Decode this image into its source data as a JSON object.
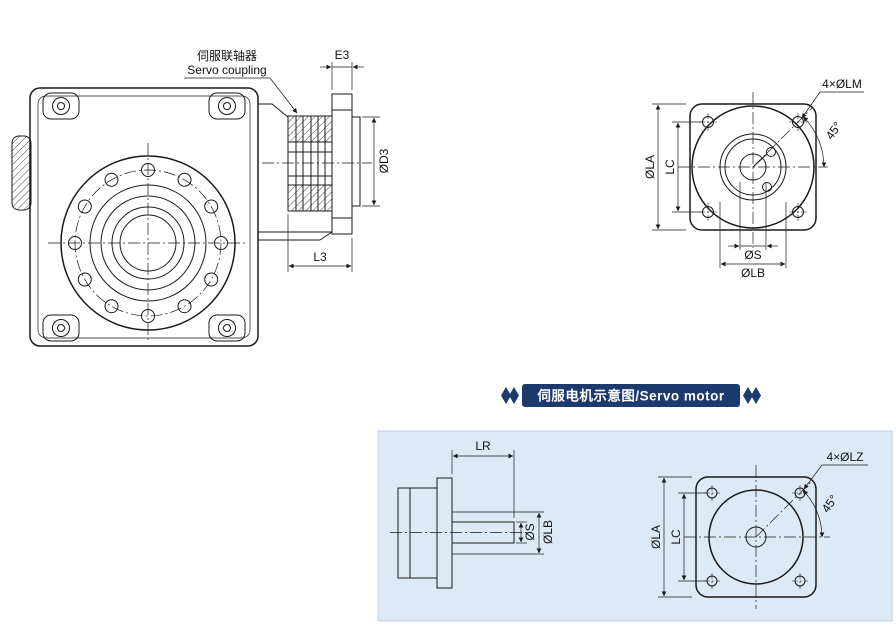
{
  "gearbox_view": {
    "coupling_label_cn": "伺服联轴器",
    "coupling_label_en": "Servo coupling",
    "dim_e3": "E3",
    "dim_d3": "ØD3",
    "dim_l3": "L3"
  },
  "output_flange_view": {
    "dim_holes": "4×ØLM",
    "dim_angle": "45°",
    "dim_la": "ØLA",
    "dim_lc": "LC",
    "dim_s": "ØS",
    "dim_lb": "ØLB"
  },
  "banner": {
    "title": "伺服电机示意图/Servo motor"
  },
  "motor_side_view": {
    "dim_lr": "LR",
    "dim_s": "ØS",
    "dim_lb": "ØLB"
  },
  "motor_front_view": {
    "dim_holes": "4×ØLZ",
    "dim_angle": "45°",
    "dim_la": "ØLA",
    "dim_lc": "LC"
  },
  "colors": {
    "banner_bg": "#1d3a6d",
    "panel_bg": "#dce9f6",
    "line": "#1a1a1a"
  }
}
